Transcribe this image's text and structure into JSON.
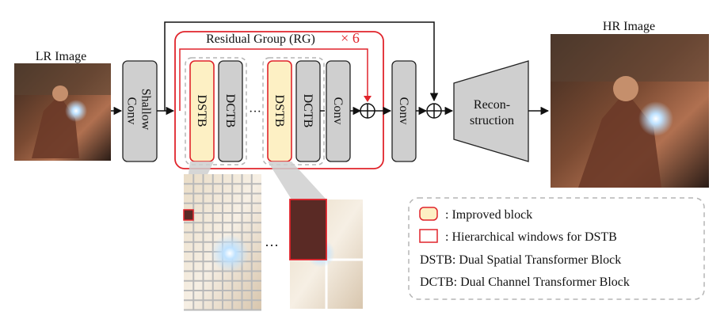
{
  "input": {
    "label": "LR Image"
  },
  "output": {
    "label": "HR Image"
  },
  "shallow_conv": {
    "label_line1": "Shallow",
    "label_line2": "Conv"
  },
  "residual_group": {
    "label": "Residual Group (RG)",
    "repeat": "× 6"
  },
  "blocks": {
    "dstb": "DSTB",
    "dctb": "DCTB",
    "conv": "Conv",
    "ellipsis": "···"
  },
  "group_conv": {
    "label": "Conv"
  },
  "reconstruction": {
    "label_line1": "Recon-",
    "label_line2": "struction"
  },
  "windows": {
    "ellipsis": "···"
  },
  "legend": {
    "improved": ": Improved block",
    "hierarchical": ": Hierarchical windows for DSTB",
    "dstb_def": "DSTB: Dual Spatial Transformer Block",
    "dctb_def": "DCTB: Dual Channel Transformer Block"
  },
  "colors": {
    "block_gray": "#cfcfcf",
    "improved_fill": "#fdf0c4",
    "accent_red": "#e0242b",
    "dashed_gray": "#b5b5b5"
  }
}
